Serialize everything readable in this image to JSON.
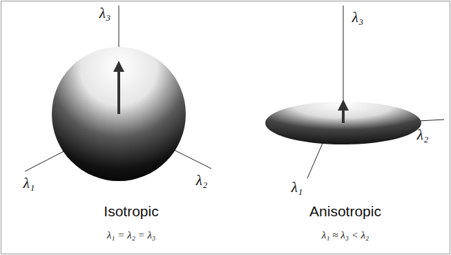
{
  "diagram": {
    "labels": [
      "λ₃",
      "λ₁",
      "λ₂",
      "Isotropic",
      "λ₁ = λ₂ = λ₃",
      "λ₃",
      "λ₁",
      "λ₂",
      "Anisotropic",
      "λ₁ ≈ λ₃ < λ₂"
    ]
  }
}
